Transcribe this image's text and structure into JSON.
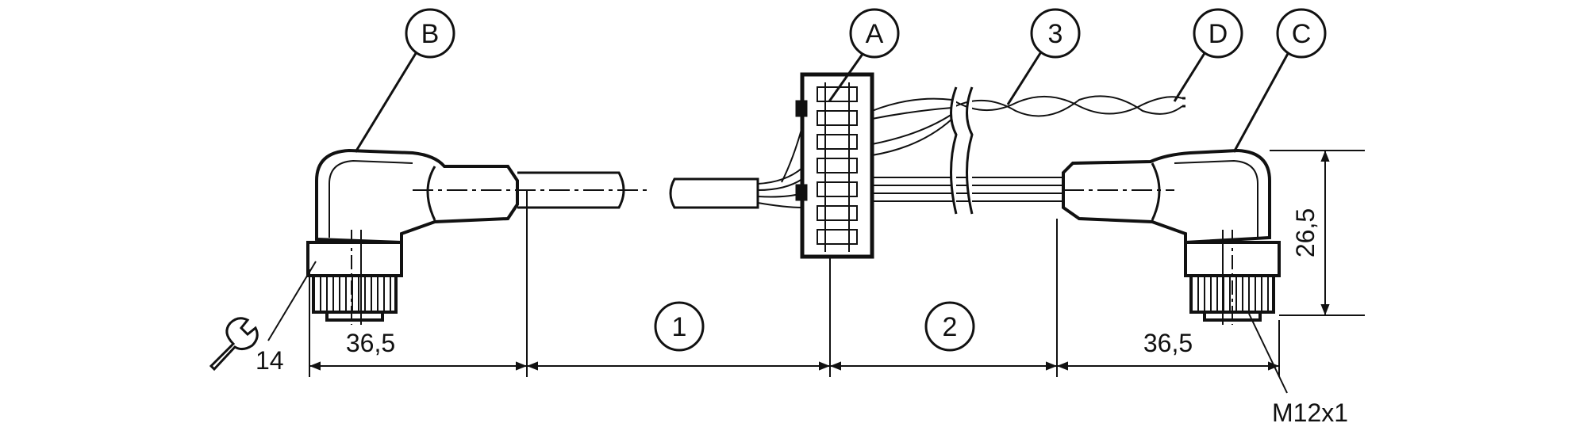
{
  "callouts": {
    "A": "A",
    "B": "B",
    "C": "C",
    "D": "D",
    "one": "1",
    "two": "2",
    "three": "3"
  },
  "dimensions": {
    "left_length": "36,5",
    "right_length": "36,5",
    "height": "26,5",
    "wrench_size": "14",
    "thread": "M12x1"
  },
  "colors": {
    "line": "#111111",
    "background": "#ffffff"
  },
  "icons": {
    "wrench": "wrench-icon"
  }
}
